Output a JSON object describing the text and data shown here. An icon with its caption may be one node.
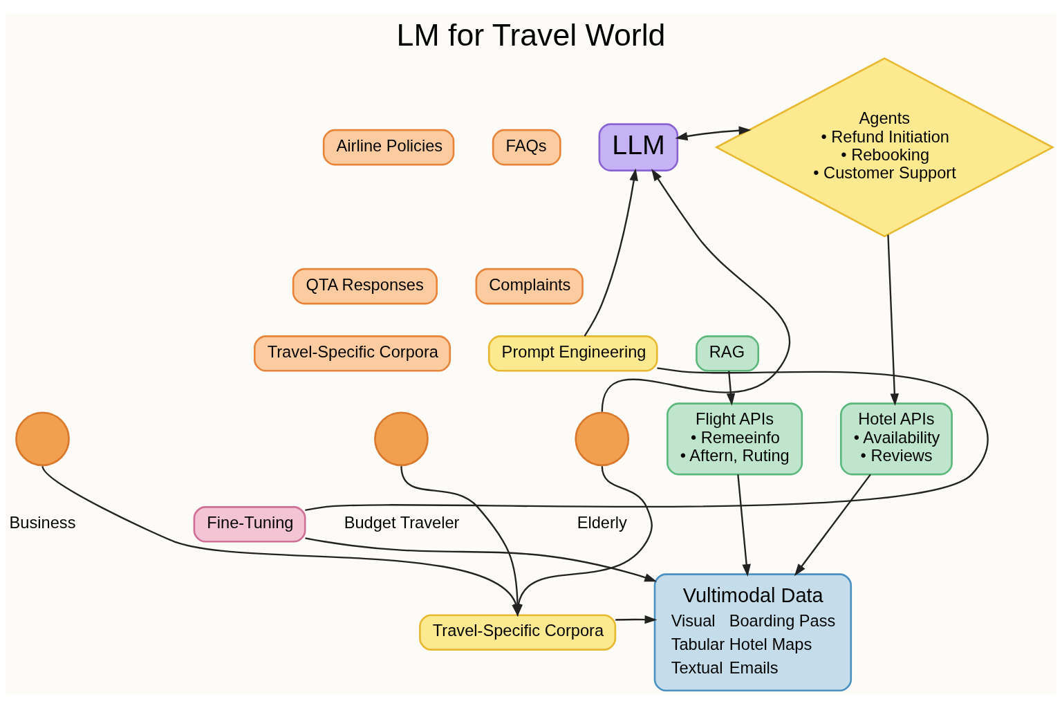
{
  "diagram": {
    "title": "LM for Travel World",
    "nodes": [
      {
        "text": [
          "Airline Policies"
        ]
      },
      {
        "text": [
          "FAQs"
        ]
      },
      {
        "text": [
          "LLM"
        ]
      },
      {
        "text": [
          "Agents",
          "• Refund Initiation",
          "• Rebooking",
          "• Customer Support"
        ]
      },
      {
        "text": [
          "QTA Responses"
        ]
      },
      {
        "text": [
          "Complaints"
        ]
      },
      {
        "text": [
          "Travel-Specific Corpora"
        ]
      },
      {
        "text": [
          "Prompt Engineering"
        ]
      },
      {
        "text": [
          "RAG"
        ]
      },
      {
        "text": [],
        "shape": "person",
        "beside": [
          "Business"
        ]
      },
      {
        "text": [],
        "shape": "person",
        "beside": [
          "Budget Traveler"
        ]
      },
      {
        "text": [],
        "shape": "person",
        "beside": [
          "Elderly"
        ]
      },
      {
        "text": [
          "Flight APIs",
          "• Remeeinfo",
          "• Aftern, Ruting"
        ]
      },
      {
        "text": [
          "Hotel APIs",
          "• Availability",
          "• Reviews"
        ]
      },
      {
        "text": [
          "Fine-Tuning"
        ]
      },
      {
        "text": [
          "Travel-Specific Corpora"
        ]
      },
      {
        "text": [
          "Vultimodal Data",
          "Visual",
          "Boarding Pass",
          "Tabular",
          "Hotel Maps",
          "Textual",
          "Emails"
        ]
      }
    ],
    "edges": [
      {
        "from": 11,
        "to": 2,
        "arrow": "to"
      },
      {
        "from": 2,
        "to": 3,
        "arrow": "both"
      },
      {
        "from": 7,
        "to": 2,
        "arrow": "to"
      },
      {
        "from": 14,
        "to": 7,
        "arrow": "none"
      },
      {
        "from": 8,
        "to": 12,
        "arrow": "to"
      },
      {
        "from": 3,
        "to": 13,
        "arrow": "to"
      },
      {
        "from": 9,
        "to": 15,
        "arrow": "to"
      },
      {
        "from": 10,
        "to": 15,
        "arrow": "to"
      },
      {
        "from": 11,
        "to": 15,
        "arrow": "to"
      },
      {
        "from": 12,
        "to": 16,
        "arrow": "to"
      },
      {
        "from": 13,
        "to": 16,
        "arrow": "to"
      },
      {
        "from": 15,
        "to": 16,
        "arrow": "to"
      },
      {
        "from": 14,
        "to": 16,
        "arrow": "to"
      }
    ]
  }
}
